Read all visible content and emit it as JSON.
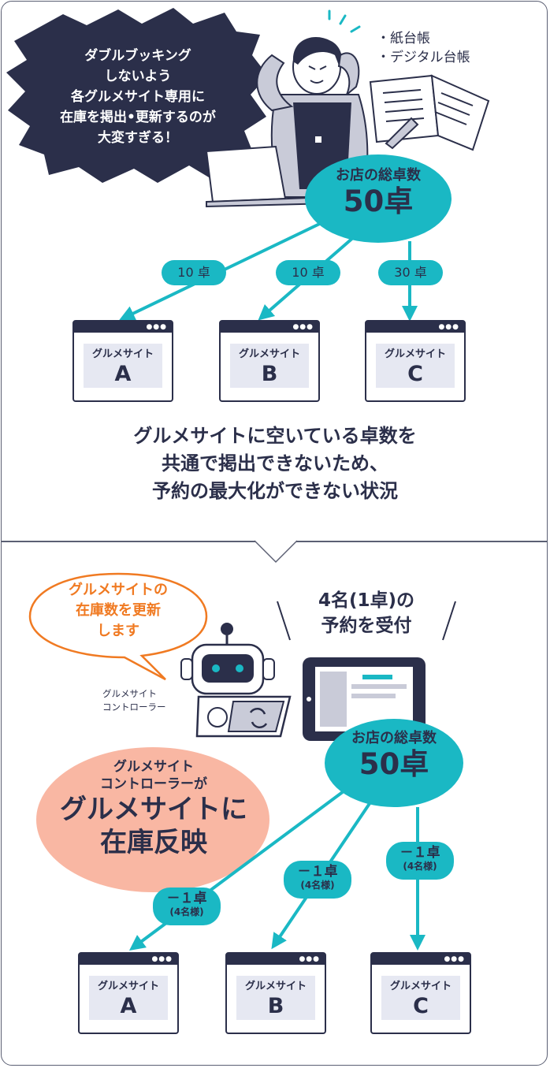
{
  "top": {
    "complaint": [
      "ダブルブッキング",
      "しないよう",
      "各グルメサイト専用に",
      "在庫を掲出•更新するのが",
      "大変すぎる！"
    ],
    "ledger_items": [
      "・紙台帳",
      "・デジタル台帳"
    ],
    "total_label": "お店の総卓数",
    "total_value": "50卓",
    "allocations": [
      "10 卓",
      "10 卓",
      "30 卓"
    ],
    "sites": [
      {
        "name": "グルメサイト",
        "letter": "A"
      },
      {
        "name": "グルメサイト",
        "letter": "B"
      },
      {
        "name": "グルメサイト",
        "letter": "C"
      }
    ],
    "problem": [
      "グルメサイトに空いている卓数を",
      "共通で掲出できないため、",
      "予約の最大化ができない状況"
    ]
  },
  "bottom": {
    "bubble": [
      "グルメサイトの",
      "在庫数を更新",
      "します"
    ],
    "controller_label": [
      "グルメサイト",
      "コントローラー"
    ],
    "booking": [
      "4名(1卓)の",
      "予約を受付"
    ],
    "total_label": "お店の総卓数",
    "total_value": "50卓",
    "reflect_small": [
      "グルメサイト",
      "コントローラーが"
    ],
    "reflect_large": [
      "グルメサイトに",
      "在庫反映"
    ],
    "deductions": [
      {
        "amount": "－１卓",
        "note": "(4名様)"
      },
      {
        "amount": "－１卓",
        "note": "(4名様)"
      },
      {
        "amount": "－１卓",
        "note": "(4名様)"
      }
    ],
    "sites": [
      {
        "name": "グルメサイト",
        "letter": "A"
      },
      {
        "name": "グルメサイト",
        "letter": "B"
      },
      {
        "name": "グルメサイト",
        "letter": "C"
      }
    ]
  },
  "colors": {
    "navy": "#2b2f4a",
    "teal": "#1ab8c4",
    "orange": "#f07a22",
    "salmon": "#f9b7a3"
  }
}
